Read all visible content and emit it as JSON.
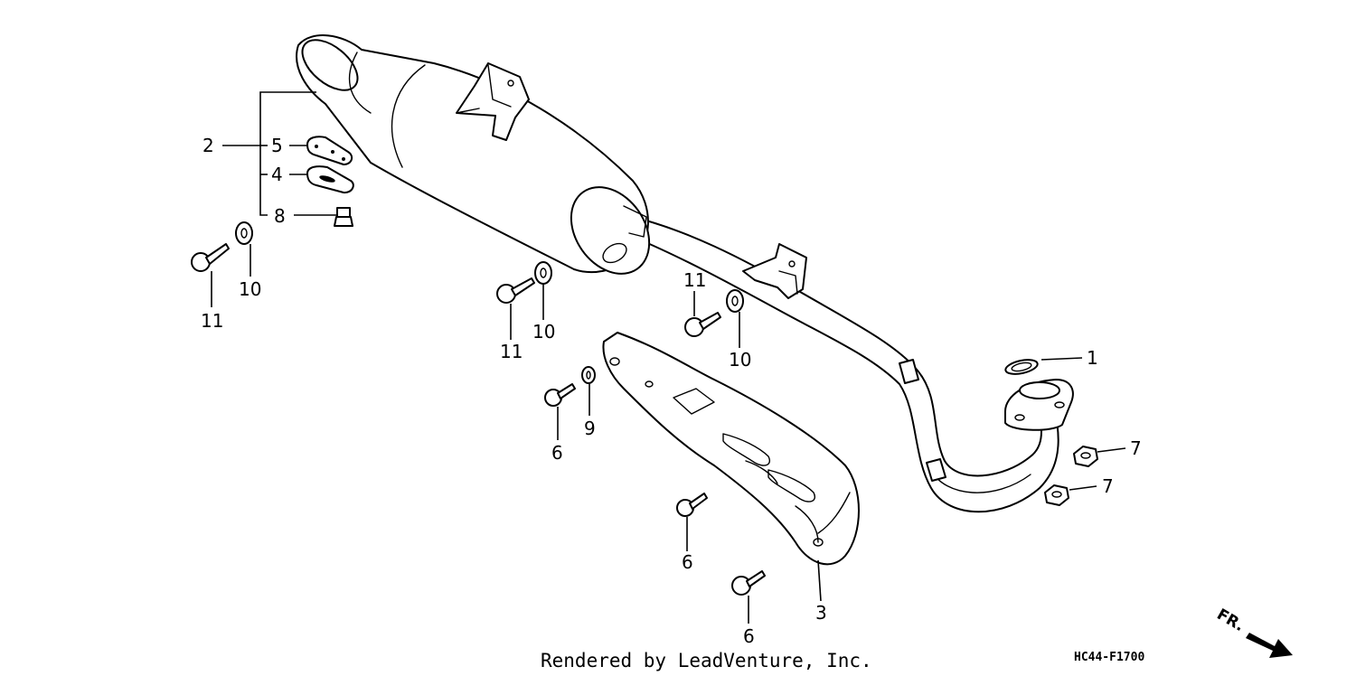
{
  "diagram": {
    "callouts": {
      "c1": "1",
      "c2": "2",
      "c3": "3",
      "c4": "4",
      "c5": "5",
      "c6a": "6",
      "c6b": "6",
      "c6c": "6",
      "c7a": "7",
      "c7b": "7",
      "c8": "8",
      "c9": "9",
      "c10a": "10",
      "c10b": "10",
      "c10c": "10",
      "c11a": "11",
      "c11b": "11",
      "c11c": "11"
    },
    "credit": "Rendered by LeadVenture, Inc.",
    "diagram_code": "HC44-F1700",
    "front_indicator": "FR."
  }
}
